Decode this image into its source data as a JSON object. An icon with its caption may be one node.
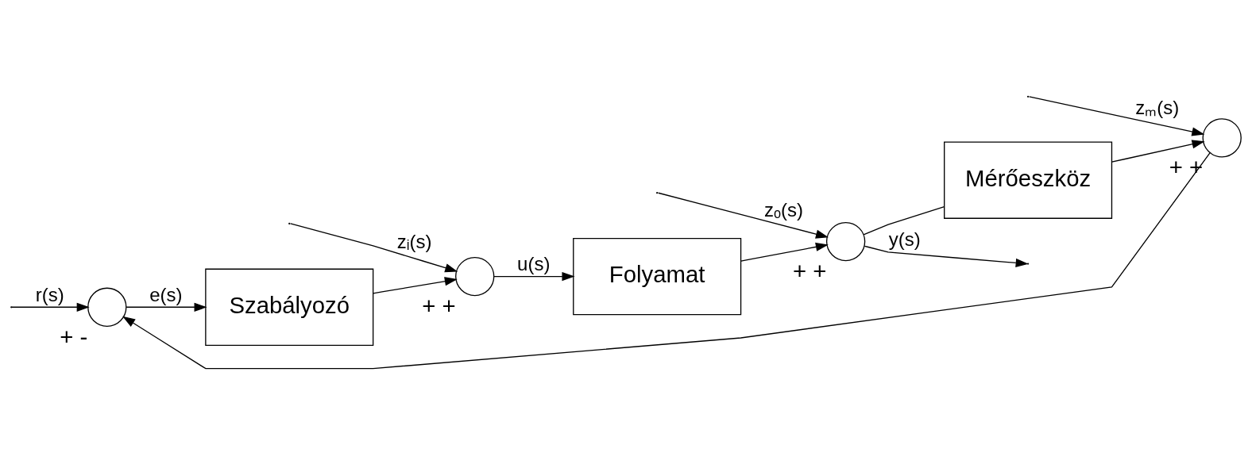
{
  "diagram": {
    "nodes": [
      {
        "text": [],
        "shape": "circle",
        "beside": [
          "+",
          "-"
        ]
      },
      {
        "text": [
          "Szabályozó"
        ]
      },
      {
        "text": [],
        "shape": "circle",
        "beside": [
          "+",
          "+"
        ]
      },
      {
        "text": [
          "Folyamat"
        ]
      },
      {
        "text": [],
        "shape": "circle",
        "beside": [
          "+",
          "+"
        ]
      },
      {
        "text": [
          "Mérőeszköz"
        ]
      },
      {
        "text": [],
        "shape": "circle",
        "beside": [
          "+",
          "+"
        ]
      }
    ],
    "edges": [
      {
        "from": null,
        "to": 0,
        "arrow": "to",
        "label": "r(s)"
      },
      {
        "from": 0,
        "to": 1,
        "arrow": "to",
        "label": "e(s)"
      },
      {
        "from": 1,
        "to": 2,
        "arrow": "to"
      },
      {
        "from": null,
        "to": 2,
        "arrow": "to",
        "label": "zᵢ(s)"
      },
      {
        "from": 2,
        "to": 3,
        "arrow": "to",
        "label": "u(s)"
      },
      {
        "from": 3,
        "to": 4,
        "arrow": "to"
      },
      {
        "from": null,
        "to": 4,
        "arrow": "to",
        "label": "zₒ(s)"
      },
      {
        "from": 4,
        "to": null,
        "arrow": "to",
        "label": "y(s)"
      },
      {
        "from": 4,
        "to": 5,
        "arrow": "none"
      },
      {
        "from": 5,
        "to": 6,
        "arrow": "to"
      },
      {
        "from": null,
        "to": 6,
        "arrow": "to",
        "label": "zₘ(s)"
      },
      {
        "from": 6,
        "to": 0,
        "arrow": "to"
      }
    ]
  }
}
